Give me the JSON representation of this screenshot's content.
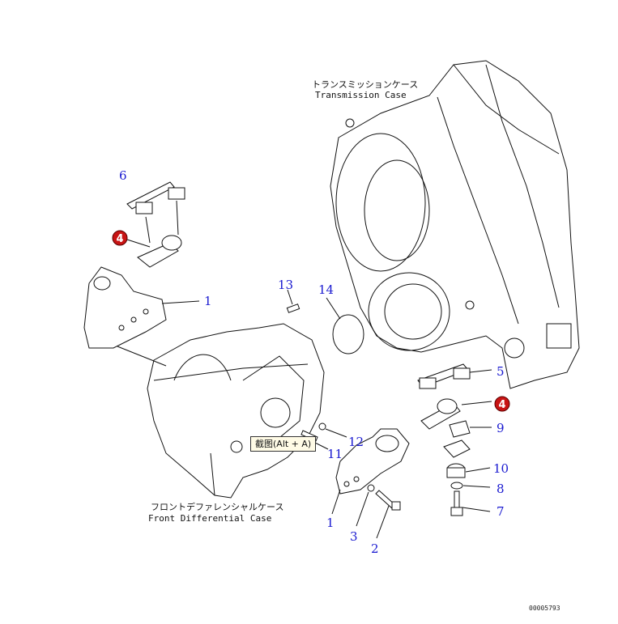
{
  "labels": {
    "transmission_case_jp": "トランスミッションケース",
    "transmission_case_en": "Transmission Case",
    "front_diff_case_jp": "フロントデファレンシャルケース",
    "front_diff_case_en": "Front Differential Case",
    "drawing_number": "00005793"
  },
  "callouts": {
    "c1a": "1",
    "c1b": "1",
    "c2": "2",
    "c3": "3",
    "c4a": "4",
    "c4b": "4",
    "c5": "5",
    "c6": "6",
    "c7": "7",
    "c8": "8",
    "c9": "9",
    "c10": "10",
    "c11": "11",
    "c12": "12",
    "c13": "13",
    "c14": "14"
  },
  "tooltip": {
    "text": "截图(Alt + A)"
  },
  "colors": {
    "callout": "#1a1ad0",
    "badge": "#c81414",
    "line": "#111111"
  }
}
